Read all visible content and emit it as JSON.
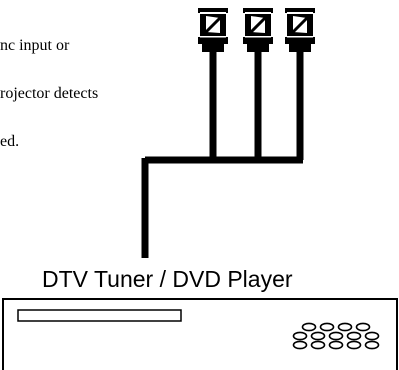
{
  "body_text_lines": [
    "nc input or",
    "rojector detects",
    "ed."
  ],
  "device_label": "DTV Tuner / DVD Player",
  "icons": {
    "connectors": "bnc-connector-icon",
    "device": "dvd-player-icon"
  },
  "colors": {
    "line": "#000000",
    "background": "#ffffff"
  }
}
